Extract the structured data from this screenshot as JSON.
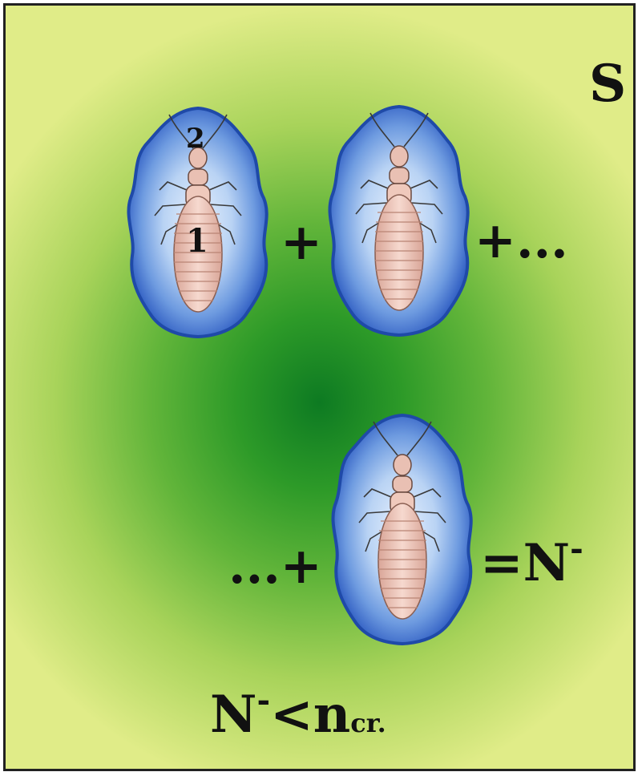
{
  "corner_label": "S",
  "labels": {
    "one": "1",
    "two": "2"
  },
  "operators": {
    "plus_first": "+",
    "plus_second": "+...",
    "plus_third": "...+"
  },
  "equation": {
    "equals": "=N",
    "minus_sup": "-"
  },
  "inequality": {
    "lhs": "N",
    "minus_sup": "-",
    "op": "<",
    "rhs": "n",
    "rhs_sub": "cr."
  },
  "colors": {
    "aura_outer": "#2f62c8",
    "aura_inner": "#dbe9fb",
    "body": "#f1cbbe",
    "background_center": "#0d7a22",
    "background_edge": "#e0ec88"
  }
}
